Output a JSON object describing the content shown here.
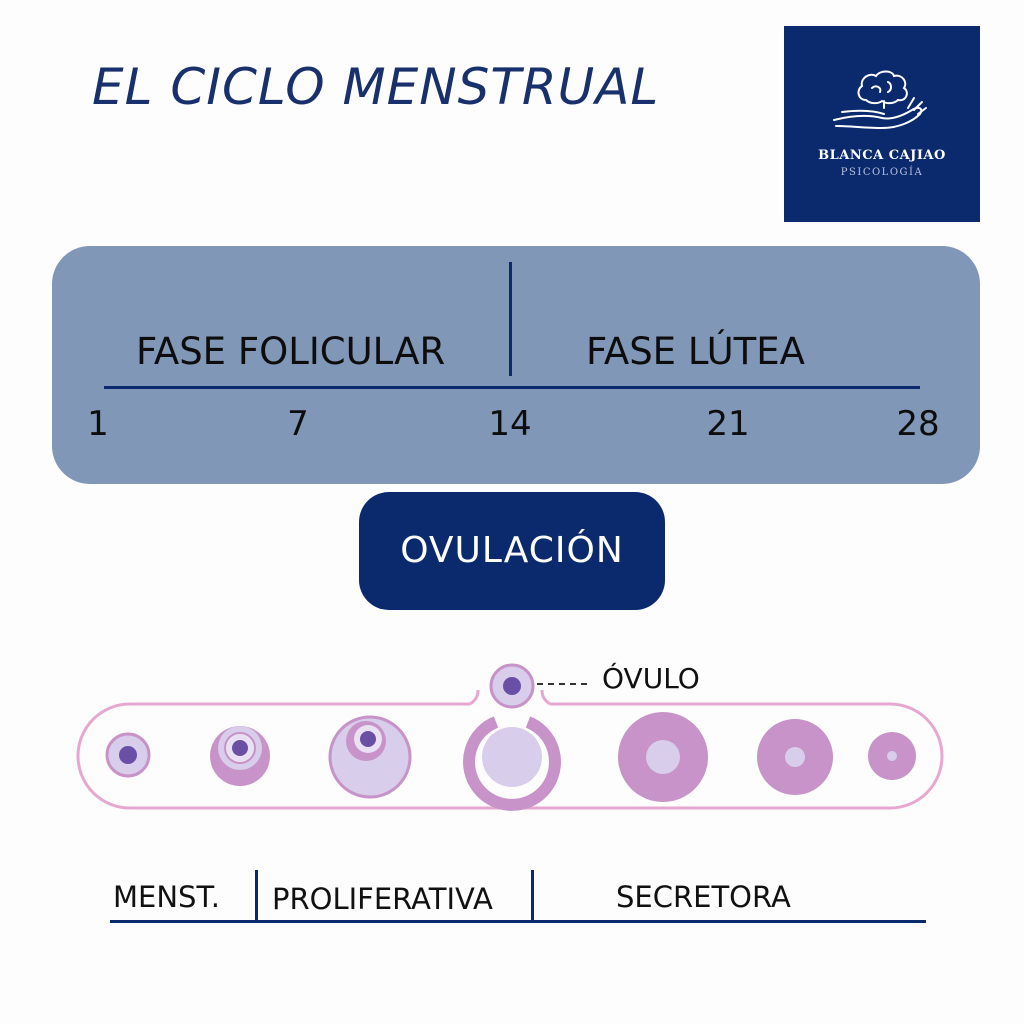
{
  "header": {
    "title": "EL CICLO MENSTRUAL"
  },
  "logo": {
    "name": "BLANCA CAJIAO",
    "subtitle": "PSICOLOGÍA",
    "icon": "brain-on-hand-icon"
  },
  "phases": {
    "left": "FASE FOLICULAR",
    "right": "FASE LÚTEA",
    "days": [
      "1",
      "7",
      "14",
      "21",
      "28"
    ]
  },
  "ovulation": {
    "label": "OVULACIÓN"
  },
  "ovum": {
    "label": "ÓVULO"
  },
  "stages": {
    "menst": "MENST.",
    "proliferativa": "PROLIFERATIVA",
    "secretora": "SECRETORA"
  },
  "colors": {
    "navy": "#0b2a6e",
    "panel": "#8197b7",
    "pink_outline": "#e6a8cf",
    "follicle_light": "#d8cdea",
    "follicle_medium": "#c793c8",
    "nucleus": "#6a4fa6"
  }
}
